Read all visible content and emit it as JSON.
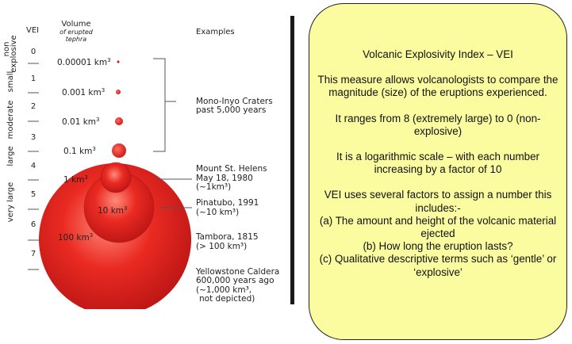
{
  "diagram": {
    "header": {
      "vei": "VEI",
      "volume_line1": "Volume",
      "volume_line2": "of erupted",
      "volume_line3": "tephra",
      "examples": "Examples"
    },
    "categories": {
      "non_explosive_1": "non",
      "non_explosive_2": "explosive",
      "small": "small",
      "moderate": "moderate",
      "large": "large",
      "very_large": "very large"
    },
    "vei_levels": [
      "0",
      "1",
      "2",
      "3",
      "4",
      "5",
      "6",
      "7"
    ],
    "volumes": [
      {
        "value": "0.00001 km",
        "exp": "3"
      },
      {
        "value": "0.001 km",
        "exp": "3"
      },
      {
        "value": "0.01 km",
        "exp": "3"
      },
      {
        "value": "0.1 km",
        "exp": "3"
      },
      {
        "value": "1 km",
        "exp": "3"
      },
      {
        "value": "10 km",
        "exp": "3"
      },
      {
        "value": "100 km",
        "exp": "3"
      }
    ],
    "examples": {
      "mono_1": "Mono-Inyo Craters",
      "mono_2": "past 5,000 years",
      "sthelens_1": "Mount St. Helens",
      "sthelens_2": "May 18, 1980",
      "sthelens_3": "(~1km³)",
      "pinatubo_1": "Pinatubo, 1991",
      "pinatubo_2": "(~10 km³)",
      "tambora_1": "Tambora, 1815",
      "tambora_2": "(> 100 km³)",
      "yellowstone_1": "Yellowstone Caldera",
      "yellowstone_2": "600,000 years ago",
      "yellowstone_3": "(~1,000 km³,",
      "yellowstone_4": "not depicted)"
    },
    "colors": {
      "sphere": "#e02020",
      "sphere_dark": "#b01010",
      "sphere_light": "#ff7070"
    }
  },
  "info": {
    "title": "Volcanic Explosivity Index – VEI",
    "p1": "This measure allows volcanologists to compare the magnitude (size) of the eruptions experienced.",
    "p2": "It ranges from 8 (extremely large) to 0 (non-explosive)",
    "p3": "It is a logarithmic scale – with each number increasing by a factor of 10",
    "p4": "VEI uses several factors to assign a number this includes:-",
    "item_a": "(a)  The amount and height of the volcanic material ejected",
    "item_b": "(b)  How long the eruption lasts?",
    "item_c": "(c)  Qualitative descriptive terms such as ‘gentle’ or ‘explosive’",
    "background_color": "#fbfba0"
  }
}
